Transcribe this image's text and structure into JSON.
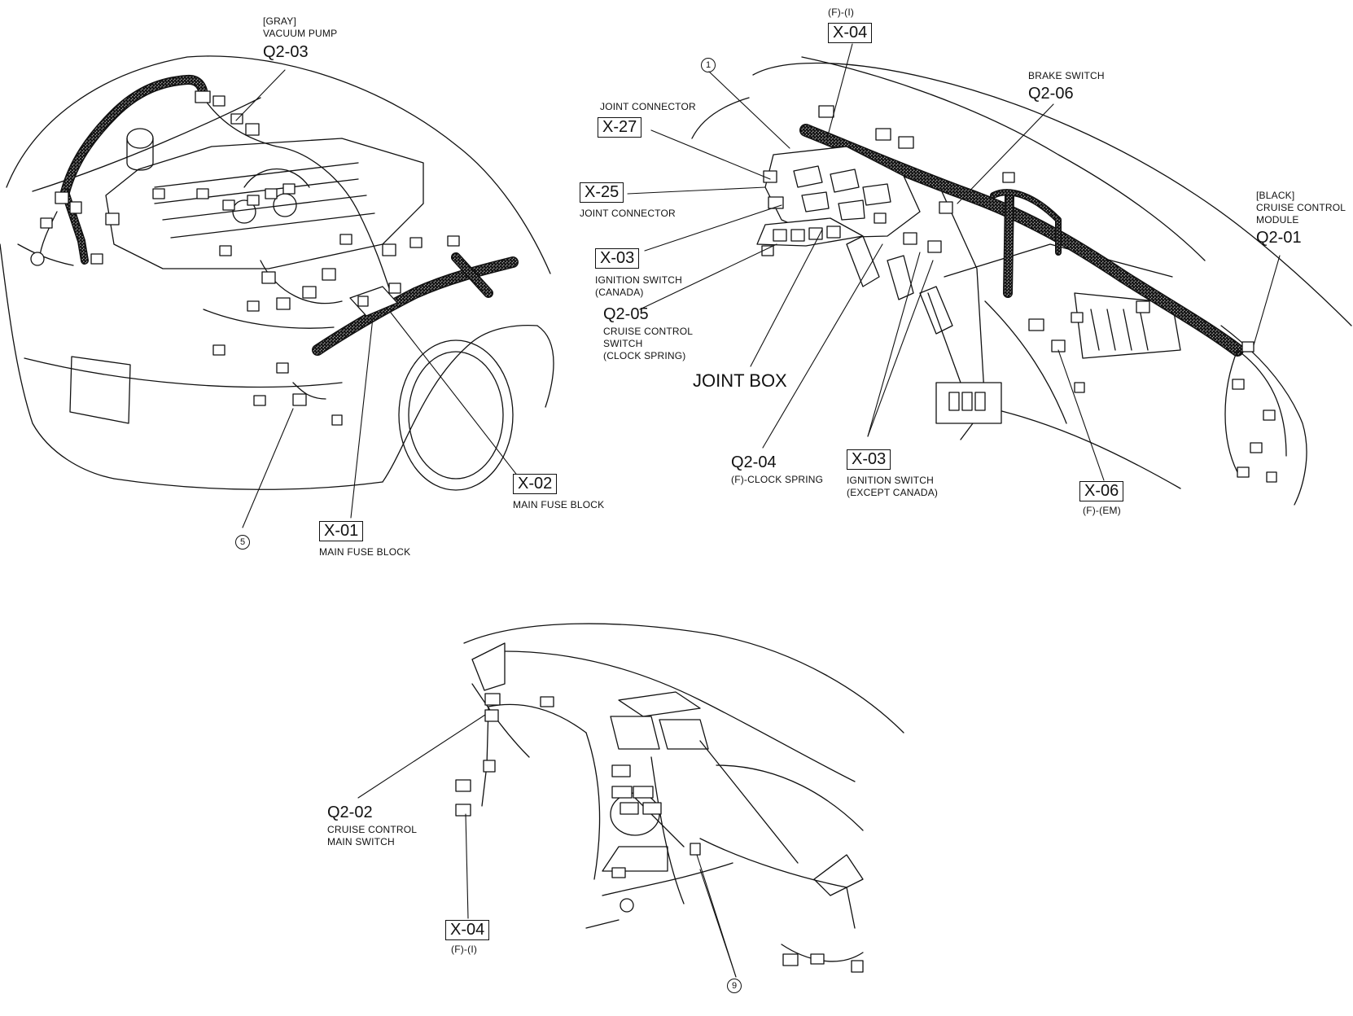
{
  "engine_bay": {
    "vacuum_pump": {
      "color": "[GRAY]",
      "name": "VACUUM PUMP",
      "code": "Q2-03"
    },
    "main_fuse_block_1": {
      "code": "X-01",
      "name": "MAIN FUSE BLOCK"
    },
    "main_fuse_block_2": {
      "code": "X-02",
      "name": "MAIN FUSE BLOCK"
    },
    "ref5": "5"
  },
  "dash_harness": {
    "x04": {
      "note": "(F)-(I)",
      "code": "X-04"
    },
    "ref1": "1",
    "joint_connector_27": {
      "name": "JOINT CONNECTOR",
      "code": "X-27"
    },
    "joint_connector_25": {
      "code": "X-25",
      "name": "JOINT CONNECTOR"
    },
    "ignition_canada": {
      "code": "X-03",
      "name": "IGNITION SWITCH",
      "note": "(CANADA)"
    },
    "cruise_switch": {
      "code": "Q2-05",
      "line1": "CRUISE CONTROL",
      "line2": "SWITCH",
      "line3": "(CLOCK SPRING)"
    },
    "joint_box": "JOINT BOX",
    "clock_spring": {
      "code": "Q2-04",
      "note": "(F)-CLOCK SPRING"
    },
    "ignition_except": {
      "code": "X-03",
      "name": "IGNITION SWITCH",
      "note": "(EXCEPT CANADA)"
    },
    "brake_switch": {
      "name": "BRAKE SWITCH",
      "code": "Q2-06"
    },
    "cruise_module": {
      "color": "[BLACK]",
      "line1": "CRUISE CONTROL",
      "line2": "MODULE",
      "code": "Q2-01"
    },
    "x06": {
      "code": "X-06",
      "note": "(F)-(EM)"
    }
  },
  "dashboard": {
    "main_switch": {
      "code": "Q2-02",
      "line1": "CRUISE CONTROL",
      "line2": "MAIN SWITCH"
    },
    "x04": {
      "code": "X-04",
      "note": "(F)-(I)"
    },
    "ref9": "9"
  },
  "colors": {
    "ink": "#111111",
    "paper": "#ffffff",
    "harness_fill": "#e6e6e6"
  }
}
